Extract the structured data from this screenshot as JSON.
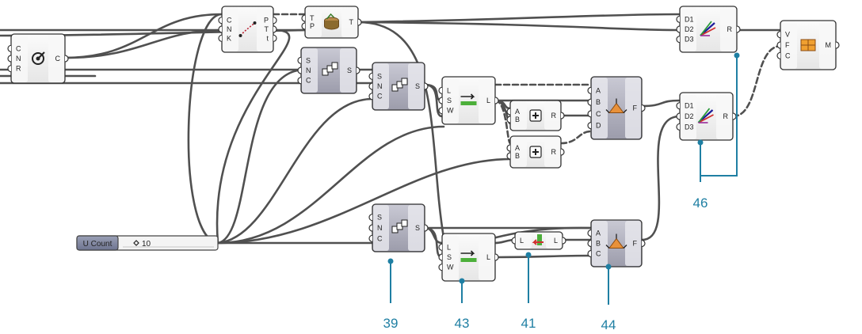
{
  "slider": {
    "name": "U Count",
    "value": "10"
  },
  "components": [
    {
      "id": "circle",
      "icon": "target-icon",
      "inputs": [
        "C",
        "N",
        "R"
      ],
      "outputs": [
        "C"
      ]
    },
    {
      "id": "curve",
      "icon": "curve-icon",
      "inputs": [
        "C",
        "N",
        "K"
      ],
      "outputs": [
        "P",
        "T",
        "t"
      ]
    },
    {
      "id": "stump",
      "icon": "stump-icon",
      "inputs": [
        "T",
        "P"
      ],
      "outputs": [
        "T"
      ]
    },
    {
      "id": "series1",
      "icon": "series-icon",
      "inputs": [
        "S",
        "N",
        "C"
      ],
      "outputs": [
        "S"
      ]
    },
    {
      "id": "series2",
      "icon": "series-icon",
      "inputs": [
        "S",
        "N",
        "C"
      ],
      "outputs": [
        "S"
      ]
    },
    {
      "id": "divide1",
      "icon": "divide-icon",
      "inputs": [
        "L",
        "S",
        "W"
      ],
      "outputs": [
        "L"
      ]
    },
    {
      "id": "add1",
      "icon": "plus-icon",
      "inputs": [
        "A",
        "B"
      ],
      "outputs": [
        "R"
      ]
    },
    {
      "id": "add2",
      "icon": "plus-icon",
      "inputs": [
        "A",
        "B"
      ],
      "outputs": [
        "R"
      ]
    },
    {
      "id": "face1",
      "icon": "face-icon",
      "inputs": [
        "A",
        "B",
        "C",
        "D"
      ],
      "outputs": [
        "F"
      ]
    },
    {
      "id": "vec1",
      "icon": "vector-icon",
      "inputs": [
        "D1",
        "D2",
        "D3"
      ],
      "outputs": [
        "R"
      ]
    },
    {
      "id": "vec2",
      "icon": "vector-icon",
      "inputs": [
        "D1",
        "D2",
        "D3"
      ],
      "outputs": [
        "R"
      ]
    },
    {
      "id": "mesh",
      "icon": "mesh-icon",
      "inputs": [
        "V",
        "F",
        "C"
      ],
      "outputs": [
        "M"
      ]
    },
    {
      "id": "series3",
      "icon": "series-icon",
      "inputs": [
        "S",
        "N",
        "C"
      ],
      "outputs": [
        "S"
      ]
    },
    {
      "id": "divide2",
      "icon": "divide-icon",
      "inputs": [
        "L",
        "S",
        "W"
      ],
      "outputs": [
        "L"
      ]
    },
    {
      "id": "reverse",
      "icon": "reverse-icon",
      "inputs": [
        "L"
      ],
      "outputs": [
        "L"
      ]
    },
    {
      "id": "face2",
      "icon": "face-icon",
      "inputs": [
        "A",
        "B",
        "C"
      ],
      "outputs": [
        "F"
      ]
    }
  ],
  "callouts": [
    "39",
    "43",
    "41",
    "44",
    "46"
  ],
  "colors": {
    "callout": "#1f7fa3",
    "wire": "#4d4d4d",
    "node_fill": "#f2f2f2",
    "node_border": "#333333"
  }
}
